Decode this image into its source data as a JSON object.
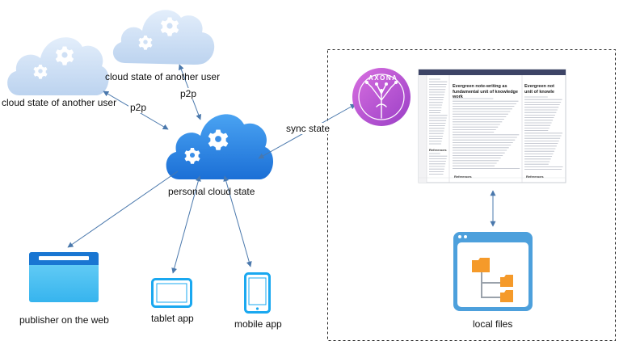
{
  "labels": {
    "cloud_other_top": "cloud state of another user",
    "cloud_other_left": "cloud state of another user",
    "p2p_left": "p2p",
    "p2p_top": "p2p",
    "sync_state": "sync state",
    "personal_cloud": "personal cloud state",
    "publisher": "publisher on the web",
    "tablet": "tablet app",
    "mobile": "mobile app",
    "local_files": "local files"
  },
  "app_logo": {
    "text": "AXONA"
  },
  "doc_preview": {
    "title": "Evergreen note-writing as fundamental unit of knowledge work",
    "title_right": "Evergreen not unit of knowle",
    "references": "References",
    "references_right": "References"
  },
  "colors": {
    "cloud_light": "#cfe0f5",
    "cloud_main": "#2f86e6",
    "device": "#1aa8f0",
    "folder_frame": "#4da0dc",
    "folder_orange": "#f59a2a",
    "logo_purple": "#b45ad6"
  }
}
